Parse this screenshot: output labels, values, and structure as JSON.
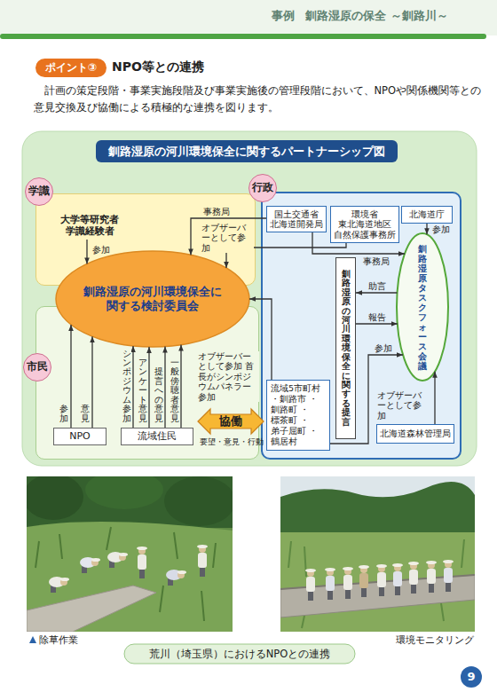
{
  "diagram": {
    "title": "釧路湿原の河川環境保全に関するパートナーシップ図",
    "caption": "荒川（埼玉県）におけるNPOとの連携",
    "nodes": [
      {
        "text": [
          "ポイント③"
        ]
      },
      {
        "text": [
          "学識"
        ]
      },
      {
        "text": [
          "大学等研究者 学識経験者"
        ],
        "in": 1
      },
      {
        "text": [
          "行政"
        ]
      },
      {
        "text": [
          "国土交通省 北海道開発局"
        ],
        "in": 3
      },
      {
        "text": [
          "環境省 東北海道地区 自然保護事務所"
        ],
        "in": 3
      },
      {
        "text": [
          "北海道庁"
        ],
        "in": 3
      },
      {
        "text": [
          "釧路湿原タスクフォース会議"
        ],
        "in": 3
      },
      {
        "text": [
          "流域5市町村 ・釧路市 ・釧路町 ・標茶町 ・弟子屈町 ・鶴居村"
        ],
        "in": 3
      },
      {
        "text": [
          "北海道森林管理局"
        ],
        "in": 3
      },
      {
        "text": [
          "市民"
        ]
      },
      {
        "text": [
          "NPO"
        ],
        "in": 10
      },
      {
        "text": [
          "流域住民"
        ],
        "in": 10
      },
      {
        "text": [
          "釧路湿原の河川環境保全に関する検討委員会"
        ]
      },
      {
        "text": [
          "釧路湿原の河川環境保全に関する提言"
        ],
        "in": 3
      },
      {
        "text": [
          "協働"
        ]
      }
    ],
    "edges": [
      {
        "from": 2,
        "to": 13,
        "arrow": "to",
        "label": "参加"
      },
      {
        "from": 4,
        "to": 13,
        "arrow": "to",
        "label": "事務局"
      },
      {
        "from": 5,
        "to": 13,
        "arrow": "to",
        "label": "オブザーバーとして参加"
      },
      {
        "from": 4,
        "to": 7,
        "arrow": "to",
        "label": "事務局"
      },
      {
        "from": 6,
        "to": 7,
        "arrow": "to",
        "label": "参加"
      },
      {
        "from": 7,
        "to": 14,
        "arrow": "to",
        "label": "助言"
      },
      {
        "from": 14,
        "to": 7,
        "arrow": "to",
        "label": "報告"
      },
      {
        "from": 11,
        "to": 13,
        "arrow": "to",
        "label": "参加"
      },
      {
        "from": 11,
        "to": 13,
        "arrow": "to",
        "label": "意見"
      },
      {
        "from": 12,
        "to": 13,
        "arrow": "to",
        "label": "シンポジウム参加"
      },
      {
        "from": 12,
        "to": 13,
        "arrow": "to",
        "label": "アンケート意見"
      },
      {
        "from": 12,
        "to": 13,
        "arrow": "to",
        "label": "提言への意見"
      },
      {
        "from": 12,
        "to": 13,
        "arrow": "to",
        "label": "一般傍聴者意見"
      },
      {
        "from": 8,
        "to": 13,
        "arrow": "to",
        "label": "オブザーバーとして参加 首長がシンポジウムパネラー参加"
      },
      {
        "from": 8,
        "to": 7,
        "arrow": "to",
        "label": "参加"
      },
      {
        "from": 9,
        "to": 7,
        "arrow": "to",
        "label": "オブザーバーとして参加"
      }
    ],
    "labels": [
      "事例",
      "釧路湿原の保全 ～釧路川～",
      "NPO等との連携",
      "計画の策定段階・事業実施段階及び事業実施後の管理段階において、NPOや関係機関等との意見交換及び協働による積極的な連携を図ります。",
      "要望・意見・行動",
      "除草作業",
      "環境モニタリング",
      "9"
    ]
  }
}
